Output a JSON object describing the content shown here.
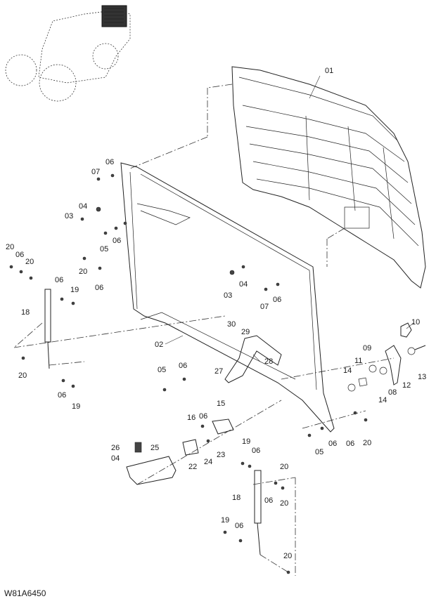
{
  "drawing_code": "W81A6450",
  "callouts": [
    "01",
    "02",
    "03",
    "04",
    "05",
    "06",
    "07",
    "08",
    "09",
    "10",
    "11",
    "12",
    "13",
    "14",
    "15",
    "16",
    "18",
    "19",
    "20",
    "22",
    "23",
    "24",
    "25",
    "26",
    "27",
    "28",
    "29",
    "30"
  ],
  "colors": {
    "line": "#222222",
    "background": "#ffffff"
  },
  "icons": {
    "tractor_locator": "tractor-thumbnail-icon"
  }
}
